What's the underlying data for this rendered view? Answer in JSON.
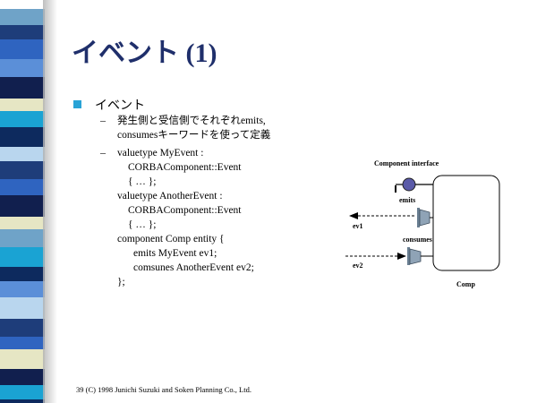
{
  "slide": {
    "title": "イベント (1)",
    "bullet": "イベント",
    "sub1_lines": [
      "発生側と受信側でそれぞれemits,",
      "consumesキーワードを使って定義"
    ],
    "sub2_lines": [
      "valuetype MyEvent :",
      "CORBAComponent::Event",
      "{ … };",
      "valuetype AnotherEvent :",
      "CORBAComponent::Event",
      "{ … };",
      "component Comp entity {",
      "emits MyEvent ev1;",
      "comsunes AnotherEvent ev2;",
      "};"
    ],
    "dash": "–",
    "footer": "39   (C) 1998  Junichi Suzuki and Soken Planning Co., Ltd."
  },
  "diagram": {
    "component_interface": "Component interface",
    "emits": "emits",
    "consumes": "consumes",
    "ev1": "ev1",
    "ev2": "ev2",
    "comp": "Comp"
  },
  "colors": {
    "title": "#1f2f6b",
    "bullet": "#29a3d6",
    "stripes": [
      "#ffffff",
      "#6fa3c8",
      "#1e3d7a",
      "#5b8fd8",
      "#111f4e",
      "#e6e6c4",
      "#2f64c0",
      "#1aa3d3",
      "#0d2a5e",
      "#b9d6ee"
    ]
  }
}
